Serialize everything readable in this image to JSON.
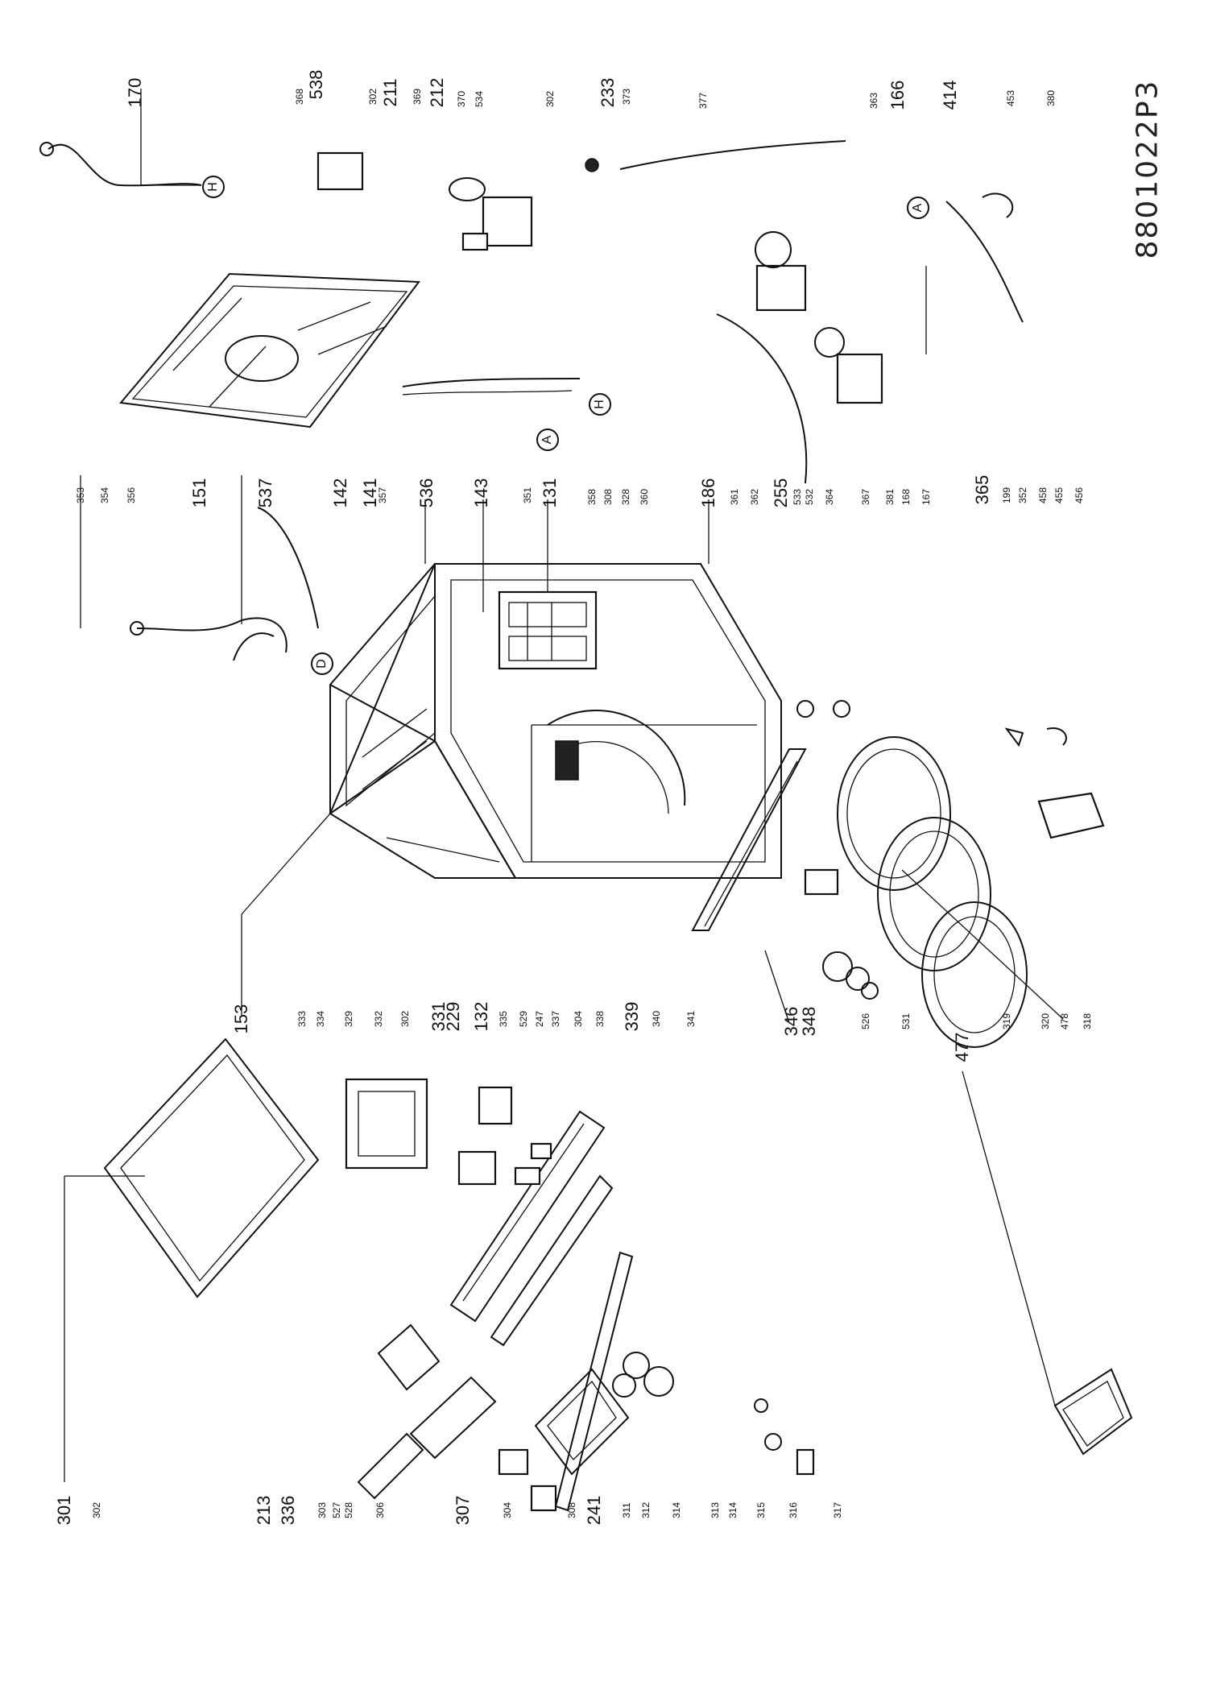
{
  "diagram": {
    "document_id": "8801022P3",
    "connector_markers": [
      "H",
      "A",
      "D",
      "H",
      "A"
    ],
    "callouts": [
      "170",
      "538",
      "368",
      "302",
      "211",
      "369",
      "212",
      "370",
      "534",
      "302",
      "233",
      "373",
      "377",
      "363",
      "166",
      "414",
      "453",
      "380",
      "353",
      "354",
      "356",
      "151",
      "537",
      "142",
      "141",
      "357",
      "536",
      "143",
      "351",
      "131",
      "358",
      "308",
      "328",
      "360",
      "186",
      "361",
      "362",
      "255",
      "533",
      "532",
      "364",
      "367",
      "381",
      "168",
      "167",
      "365",
      "199",
      "352",
      "458",
      "455",
      "456",
      "153",
      "333",
      "334",
      "329",
      "332",
      "302",
      "331",
      "229",
      "132",
      "335",
      "529",
      "247",
      "337",
      "304",
      "338",
      "339",
      "340",
      "341",
      "346",
      "348",
      "526",
      "531",
      "319",
      "320",
      "478",
      "318",
      "477",
      "301",
      "302",
      "213",
      "336",
      "303",
      "527",
      "528",
      "306",
      "307",
      "304",
      "308",
      "241",
      "311",
      "312",
      "314",
      "313",
      "314",
      "315",
      "316",
      "317"
    ]
  }
}
